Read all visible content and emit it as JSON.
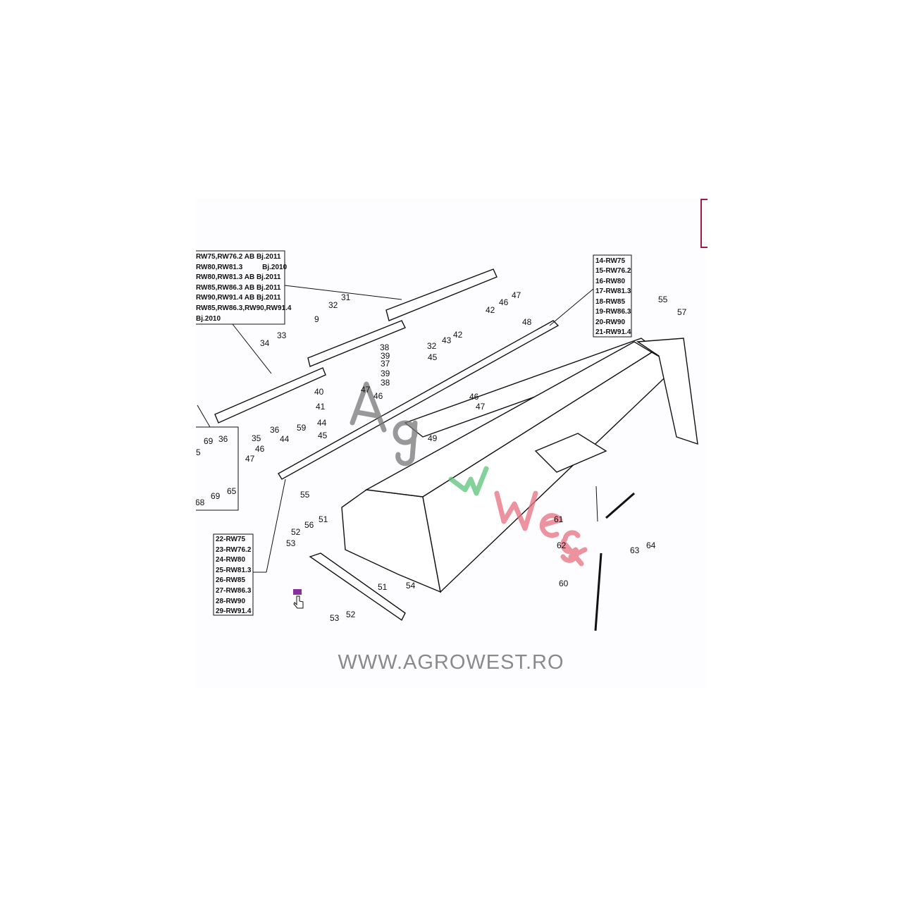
{
  "box_top_left": {
    "lines": [
      "RW75,RW76.2   AB Bj.2011",
      "RW80,RW81.3          Bj.2010",
      "RW80,RW81.3   AB Bj.2011",
      "RW85,RW86.3   AB Bj.2011",
      "RW90,RW91.4   AB Bj.2011",
      "RW85,RW86.3,RW90,RW91.4",
      "Bj.2010"
    ]
  },
  "box_right": {
    "lines": [
      "14-RW75",
      "15-RW76.2",
      "16-RW80",
      "17-RW81.3",
      "18-RW85",
      "19-RW86.3",
      "20-RW90",
      "21-RW91.4"
    ]
  },
  "box_bottom": {
    "lines": [
      "22-RW75",
      "23-RW76.2",
      "24-RW80",
      "25-RW81.3",
      "26-RW85",
      "27-RW86.3",
      "28-RW90",
      "29-RW91.4"
    ]
  },
  "callouts": [
    "31",
    "32",
    "9",
    "33",
    "34",
    "38",
    "39",
    "37",
    "39",
    "38",
    "40",
    "47",
    "46",
    "41",
    "44",
    "45",
    "36",
    "35",
    "59",
    "44",
    "46",
    "47",
    "32",
    "45",
    "43",
    "42",
    "42",
    "46",
    "47",
    "48",
    "46",
    "47",
    "49",
    "55",
    "57",
    "55",
    "51",
    "56",
    "52",
    "53",
    "51",
    "54",
    "53",
    "52",
    "61",
    "62",
    "63",
    "64",
    "60",
    "69",
    "36",
    "65",
    "69",
    "68",
    "5"
  ],
  "watermark": {
    "green": "Agro",
    "pink": "West"
  },
  "footer": "WWW.AGROWEST.RO",
  "colors": {
    "watermark_green": "#5cc27a",
    "watermark_pink": "#e8707f",
    "cursor_badge": "#8a2fa0"
  }
}
